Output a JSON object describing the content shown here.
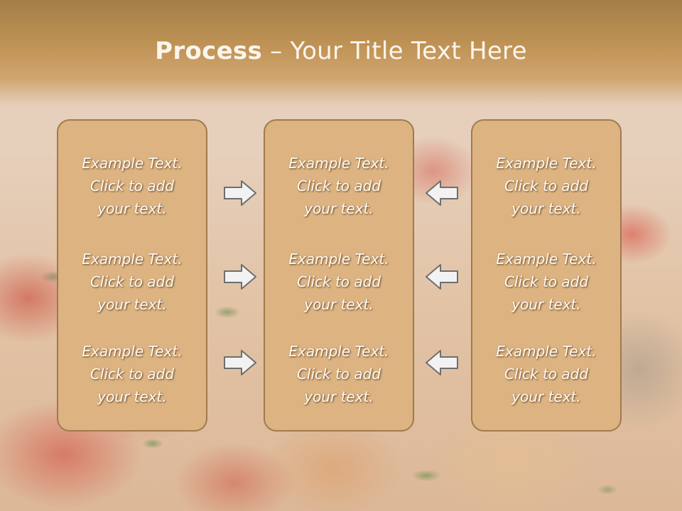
{
  "slide": {
    "title_bold": "Process",
    "title_rest": " – Your Title Text Here"
  },
  "columns": [
    {
      "items": [
        {
          "line1": "Example Text.",
          "line2": "Click  to add",
          "line3": "your text."
        },
        {
          "line1": "Example Text.",
          "line2": "Click  to add",
          "line3": "your text."
        },
        {
          "line1": "Example Text.",
          "line2": "Click  to add",
          "line3": "your text."
        }
      ]
    },
    {
      "items": [
        {
          "line1": "Example Text.",
          "line2": "Click  to add",
          "line3": "your text."
        },
        {
          "line1": "Example Text.",
          "line2": "Click  to add",
          "line3": "your text."
        },
        {
          "line1": "Example Text.",
          "line2": "Click  to add",
          "line3": "your text."
        }
      ]
    },
    {
      "items": [
        {
          "line1": "Example Text.",
          "line2": "Click  to add",
          "line3": "your text."
        },
        {
          "line1": "Example Text.",
          "line2": "Click  to add",
          "line3": "your text."
        },
        {
          "line1": "Example Text.",
          "line2": "Click  to add",
          "line3": "your text."
        }
      ]
    }
  ],
  "arrows": {
    "left_group_direction": "right",
    "right_group_direction": "left",
    "icon": "arrow-icon"
  },
  "colors": {
    "panel_fill": "#dcb381",
    "panel_border": "#a07a4e",
    "title_band": "#c19456",
    "text": "#fffaf2",
    "arrow_fill": "#f2f2f2",
    "arrow_stroke": "#6e6e6e"
  }
}
